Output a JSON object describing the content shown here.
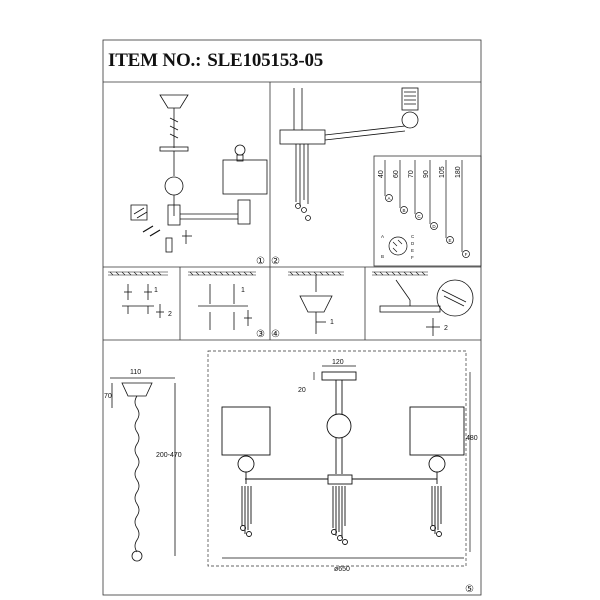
{
  "header": {
    "item_label": "ITEM NO.:",
    "item_number": "SLE105153-05"
  },
  "steps": {
    "step1": "①",
    "step2": "②",
    "step3": "③",
    "step4": "④",
    "step5": "⑤"
  },
  "wiring_panel": {
    "wire_lengths": [
      "40",
      "60",
      "70",
      "90",
      "105",
      "180"
    ],
    "wire_labels": [
      "A",
      "B",
      "C",
      "D",
      "E",
      "F"
    ],
    "terminal_labels": [
      "A",
      "B",
      "C",
      "D",
      "E",
      "F"
    ]
  },
  "step3_panel": {
    "callouts": [
      "1",
      "2"
    ]
  },
  "step4_panel": {
    "callouts": [
      "1",
      "2"
    ]
  },
  "dimensions": {
    "canopy_width": "110",
    "canopy_height": "70",
    "chain_length": "200-470",
    "body_mount_width": "120",
    "body_mount_height": "20",
    "total_height": "480",
    "total_diameter": "ø650"
  }
}
